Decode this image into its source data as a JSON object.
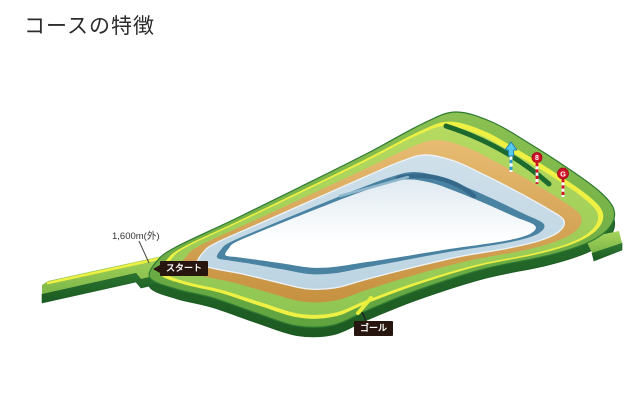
{
  "title": "コースの特徴",
  "course": {
    "start": {
      "distance_label": "1,600m(外)",
      "badge": "スタート"
    },
    "goal": {
      "badge": "ゴール"
    },
    "markers": {
      "direction_arrow": {
        "name": "direction-arrow"
      },
      "poles": [
        {
          "label": "8"
        },
        {
          "label": "G"
        }
      ]
    },
    "colors": {
      "bank_green_light": "#8cc152",
      "bank_green_dark": "#5fa33f",
      "wall_green": "#2f7c33",
      "wall_green_dark": "#1c5a22",
      "wall_outline": "#2e7a31",
      "rail_yellow": "#eef043",
      "goal_line_yellow": "#e8ef3a",
      "turf_light": "#b6da60",
      "turf_green": "#8fc653",
      "turf_swoosh_dark": "#1d6a2e",
      "dirt_light": "#e7bc72",
      "dirt_dark": "#c69140",
      "inner_blue_light": "#cfe0ea",
      "inner_blue_mid": "#bcd4e2",
      "inner_blue_dark": "#4a83a2",
      "inner_blue_swoosh": "#35688a",
      "infield_top": "#dfeaf1",
      "infield_white": "#ffffff",
      "rail_white": "#eef3f7",
      "badge_bg": "#27160f",
      "marker_red": "#d01126",
      "marker_red_dark": "#9c0c1c",
      "arrow_cyan": "#55c9ef",
      "arrow_outline": "#1b7fae",
      "pole_blue": "#2f9cc9"
    }
  }
}
